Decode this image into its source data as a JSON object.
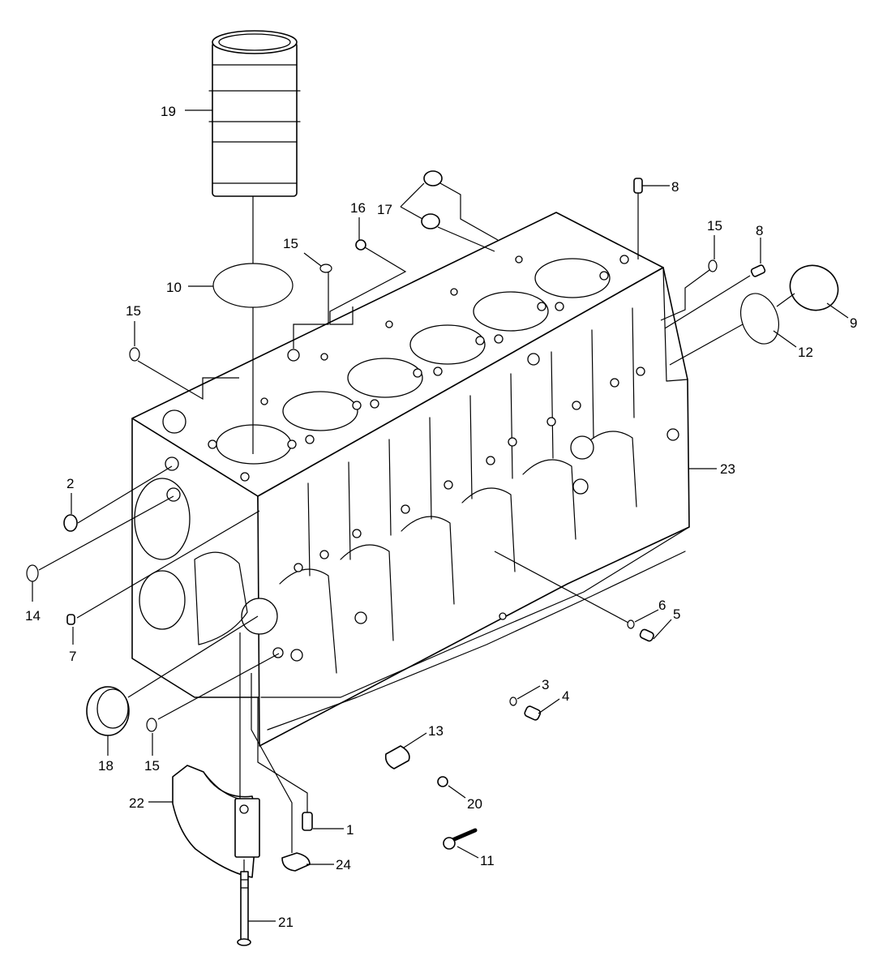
{
  "diagram": {
    "colors": {
      "line": "#000000",
      "background": "#ffffff"
    },
    "callouts": [
      {
        "id": "c1",
        "text": "1"
      },
      {
        "id": "c2",
        "text": "2"
      },
      {
        "id": "c3",
        "text": "3"
      },
      {
        "id": "c4",
        "text": "4"
      },
      {
        "id": "c5",
        "text": "5"
      },
      {
        "id": "c6",
        "text": "6"
      },
      {
        "id": "c7",
        "text": "7"
      },
      {
        "id": "c8a",
        "text": "8"
      },
      {
        "id": "c8b",
        "text": "8"
      },
      {
        "id": "c9",
        "text": "9"
      },
      {
        "id": "c10",
        "text": "10"
      },
      {
        "id": "c11",
        "text": "11"
      },
      {
        "id": "c12",
        "text": "12"
      },
      {
        "id": "c13",
        "text": "13"
      },
      {
        "id": "c14",
        "text": "14"
      },
      {
        "id": "c15a",
        "text": "15"
      },
      {
        "id": "c15b",
        "text": "15"
      },
      {
        "id": "c15c",
        "text": "15"
      },
      {
        "id": "c15d",
        "text": "15"
      },
      {
        "id": "c16",
        "text": "16"
      },
      {
        "id": "c17",
        "text": "17"
      },
      {
        "id": "c18",
        "text": "18"
      },
      {
        "id": "c19",
        "text": "19"
      },
      {
        "id": "c20",
        "text": "20"
      },
      {
        "id": "c21",
        "text": "21"
      },
      {
        "id": "c22",
        "text": "22"
      },
      {
        "id": "c23",
        "text": "23"
      },
      {
        "id": "c24",
        "text": "24"
      }
    ]
  }
}
